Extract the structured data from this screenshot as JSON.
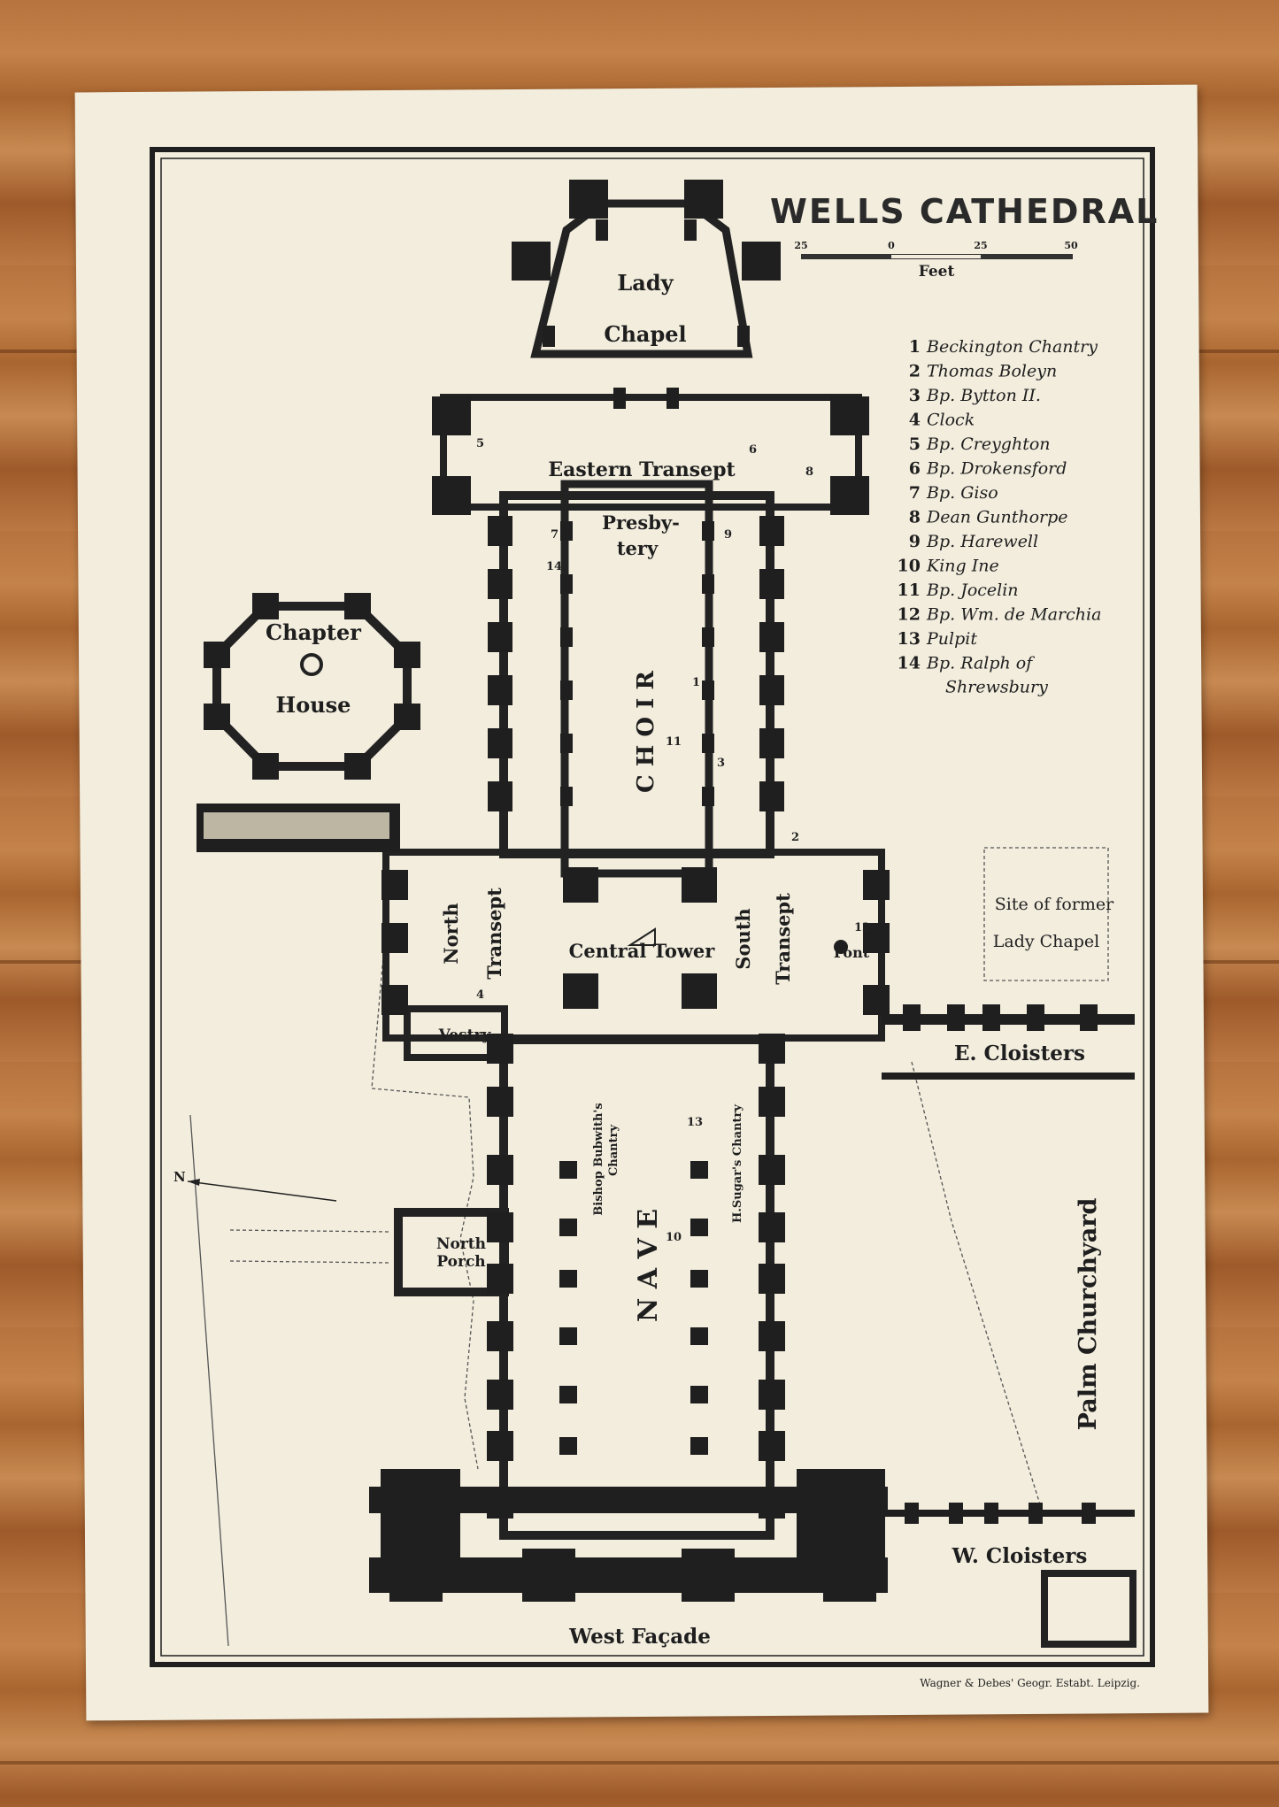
{
  "title": "WELLS CATHEDRAL",
  "scale": {
    "ticks": [
      "25",
      "0",
      "25",
      "50"
    ],
    "unit": "Feet"
  },
  "compass": "N",
  "legend": [
    {
      "num": "1",
      "text": "Beckington Chantry"
    },
    {
      "num": "2",
      "text": "Thomas Boleyn"
    },
    {
      "num": "3",
      "text": "Bp. Bytton II."
    },
    {
      "num": "4",
      "text": "Clock"
    },
    {
      "num": "5",
      "text": "Bp. Creyghton"
    },
    {
      "num": "6",
      "text": "Bp. Drokensford"
    },
    {
      "num": "7",
      "text": "Bp. Giso"
    },
    {
      "num": "8",
      "text": "Dean Gunthorpe"
    },
    {
      "num": "9",
      "text": "Bp. Harewell"
    },
    {
      "num": "10",
      "text": "King Ine"
    },
    {
      "num": "11",
      "text": "Bp. Jocelin"
    },
    {
      "num": "12",
      "text": "Bp. Wm. de Marchia"
    },
    {
      "num": "13",
      "text": "Pulpit"
    },
    {
      "num": "14",
      "text": "Bp. Ralph of",
      "text2": "Shrewsbury"
    }
  ],
  "labels": {
    "lady_chapel_1": "Lady",
    "lady_chapel_2": "Chapel",
    "eastern_transept": "Eastern Transept",
    "presbytery_1": "Presby-",
    "presbytery_2": "tery",
    "choir": "C H O I R",
    "chapter_house_1": "Chapter",
    "chapter_house_2": "House",
    "north_transept_1": "North",
    "north_transept_2": "Transept",
    "central_tower": "Central Tower",
    "south_transept_1": "South",
    "south_transept_2": "Transept",
    "font": "Font",
    "former_lady_chapel_1": "Site of former",
    "former_lady_chapel_2": "Lady Chapel",
    "vestry": "Vestry",
    "e_cloisters": "E. Cloisters",
    "bubwith_1": "Bishop Bubwith's",
    "bubwith_2": "Chantry",
    "sugar": "H.Sugar's Chantry",
    "nave": "N A V E",
    "north_porch_1": "North",
    "north_porch_2": "Porch",
    "palm_churchyard": "Palm Churchyard",
    "w_cloisters": "W. Cloisters",
    "west_facade": "West Façade"
  },
  "markers": {
    "m1": "1",
    "m2": "2",
    "m3": "3",
    "m4": "4",
    "m5": "5",
    "m6": "6",
    "m7": "7",
    "m8": "8",
    "m9": "9",
    "m10": "10",
    "m11": "11",
    "m12": "12",
    "m13": "13",
    "m14": "14"
  },
  "credit": "Wagner & Debes' Geogr. Estabt. Leipzig."
}
